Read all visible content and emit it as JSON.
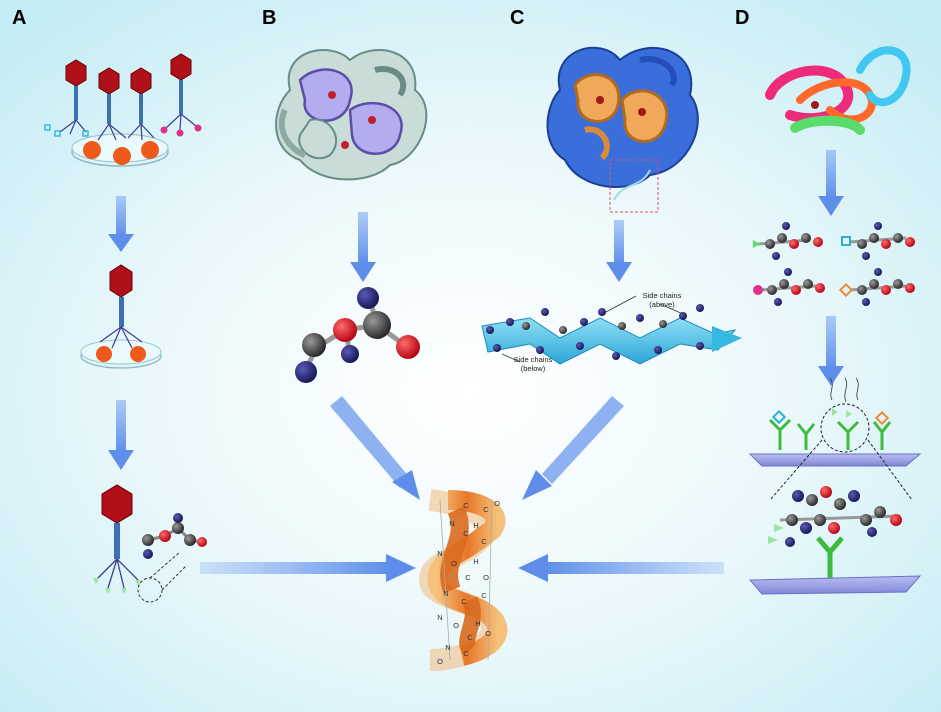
{
  "panels": [
    {
      "label": "A"
    },
    {
      "label": "B"
    },
    {
      "label": "C"
    },
    {
      "label": "D"
    }
  ],
  "sheet": {
    "side_chains_above_line1": "Side chains",
    "side_chains_above_line2": "(above)",
    "side_chains_below_line1": "Side chains",
    "side_chains_below_line2": "(below)"
  },
  "helix_atoms": [
    "C",
    "C",
    "O",
    "N",
    "H",
    "C",
    "C",
    "N",
    "O",
    "H",
    "C",
    "O",
    "N",
    "C",
    "C",
    "N",
    "O",
    "H",
    "C",
    "O",
    "N",
    "C",
    "O"
  ],
  "colors": {
    "background_center": "#ffffff",
    "background_edge": "#c8eef5",
    "arrow": "#6e9df0",
    "phage_head": "#b01018",
    "phage_tail": "#3d6fb3",
    "carbon": "#444444",
    "nitrogen": "#1e1f6e",
    "oxygen": "#e0101a",
    "protein_blue": "#2a55c8",
    "protein_orange": "#e69a45",
    "protein_grey": "#a9c2bd",
    "protein_lilac": "#a8a0e8",
    "helix_orange": "#ee8a3a",
    "platform": "#9a9be8",
    "antibody": "#3dbb3d"
  }
}
